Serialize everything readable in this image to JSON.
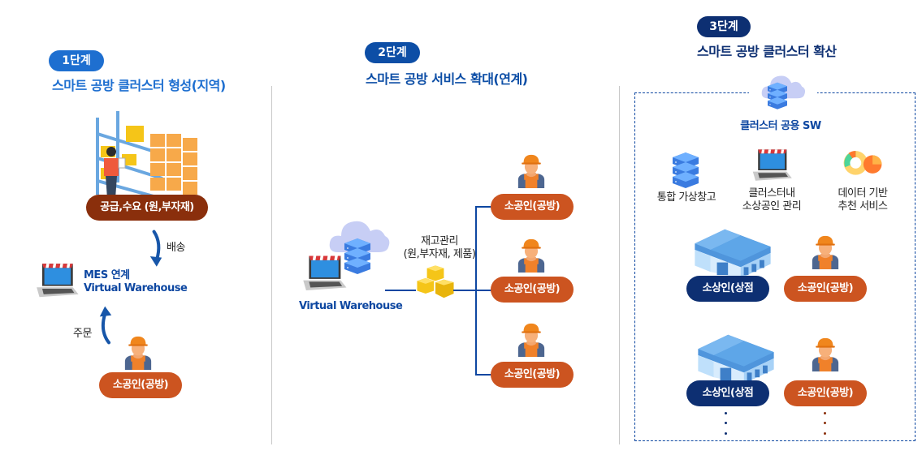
{
  "colors": {
    "stage1_accent": "#1e6fd0",
    "stage2_accent": "#0d4ea6",
    "stage3_accent": "#0d2f72",
    "worker_pill": "#cc5420",
    "supply_pill": "#8a2f0c",
    "merchant_pill": "#0d2f72",
    "connector": "#0d47a1"
  },
  "stage1": {
    "badge": "1단계",
    "title": "스마트 공방 클러스터 형성(지역)",
    "supply_label": "공급,수요 (원,부자재)",
    "delivery_label": "배송",
    "hub_line1": "MES 연계",
    "hub_line2": "Virtual Warehouse",
    "order_label": "주문",
    "worker_label": "소공인(공방)"
  },
  "stage2": {
    "badge": "2단계",
    "title": "스마트 공방 서비스 확대(연계)",
    "hub_label": "Virtual Warehouse",
    "inventory_line1": "재고관리",
    "inventory_line2": "(원,부자재, 제품)",
    "workers": [
      "소공인(공방)",
      "소공인(공방)",
      "소공인(공방)"
    ]
  },
  "stage3": {
    "badge": "3단계",
    "title": "스마트 공방 클러스터 확산",
    "cloud_label": "클러스터 공용 SW",
    "services": [
      {
        "line1": "통합 가상창고",
        "line2": ""
      },
      {
        "line1": "클러스터내",
        "line2": "소상공인 관리"
      },
      {
        "line1": "데이터 기반",
        "line2": "추천 서비스"
      }
    ],
    "rows": [
      {
        "merchant": "소상인(상점",
        "worker": "소공인(공방)"
      },
      {
        "merchant": "소상인(상점",
        "worker": "소공인(공방)"
      }
    ]
  }
}
